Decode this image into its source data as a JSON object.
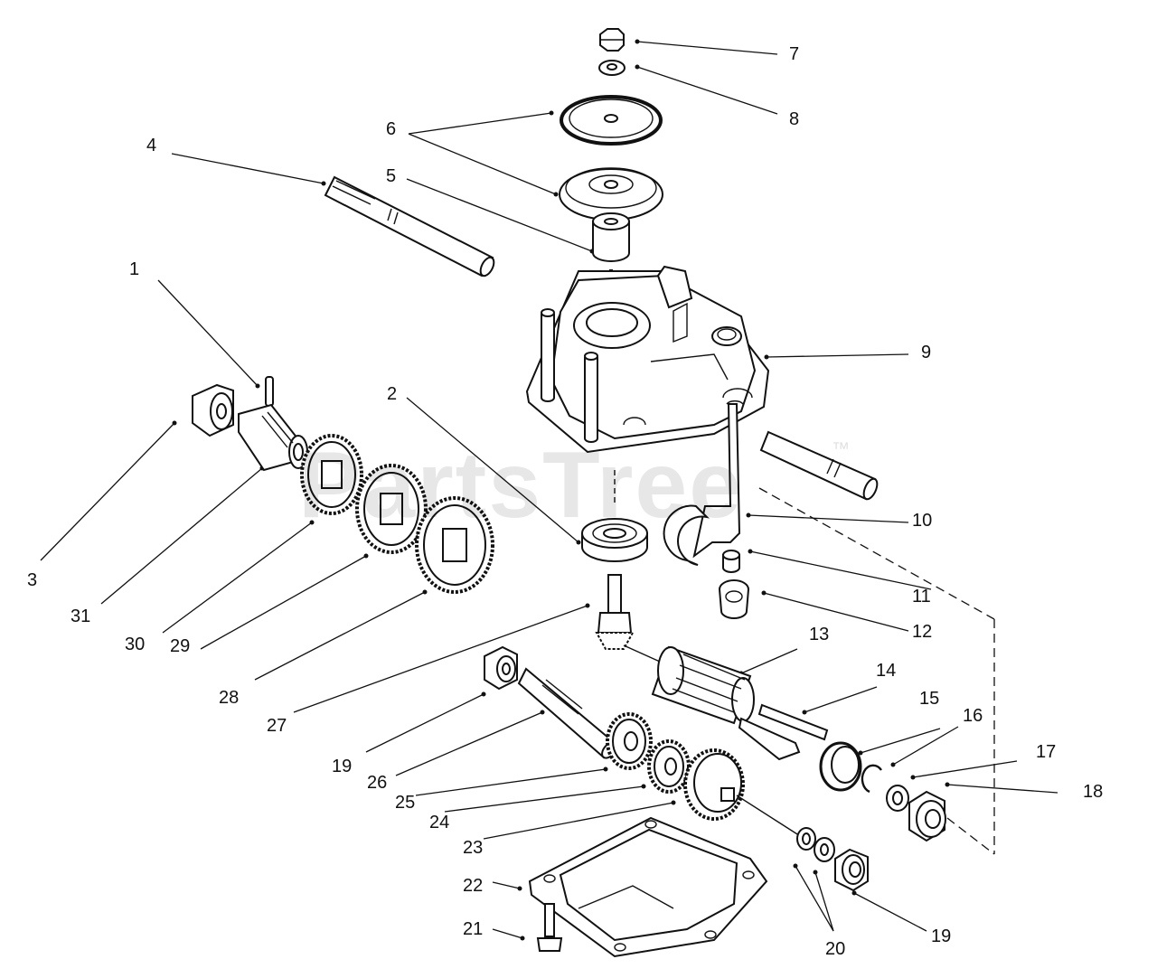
{
  "watermark": {
    "text": "PartsTree",
    "trademark": "™"
  },
  "callouts": [
    {
      "id": "1",
      "label": "1"
    },
    {
      "id": "2",
      "label": "2"
    },
    {
      "id": "3",
      "label": "3"
    },
    {
      "id": "4",
      "label": "4"
    },
    {
      "id": "5",
      "label": "5"
    },
    {
      "id": "6",
      "label": "6"
    },
    {
      "id": "7",
      "label": "7"
    },
    {
      "id": "8",
      "label": "8"
    },
    {
      "id": "9",
      "label": "9"
    },
    {
      "id": "10",
      "label": "10"
    },
    {
      "id": "11",
      "label": "11"
    },
    {
      "id": "12",
      "label": "12"
    },
    {
      "id": "13",
      "label": "13"
    },
    {
      "id": "14",
      "label": "14"
    },
    {
      "id": "15",
      "label": "15"
    },
    {
      "id": "16",
      "label": "16"
    },
    {
      "id": "17",
      "label": "17"
    },
    {
      "id": "18",
      "label": "18"
    },
    {
      "id": "19a",
      "label": "19"
    },
    {
      "id": "19b",
      "label": "19"
    },
    {
      "id": "20",
      "label": "20"
    },
    {
      "id": "21",
      "label": "21"
    },
    {
      "id": "22",
      "label": "22"
    },
    {
      "id": "23",
      "label": "23"
    },
    {
      "id": "24",
      "label": "24"
    },
    {
      "id": "25",
      "label": "25"
    },
    {
      "id": "26",
      "label": "26"
    },
    {
      "id": "27",
      "label": "27"
    },
    {
      "id": "28",
      "label": "28"
    },
    {
      "id": "29",
      "label": "29"
    },
    {
      "id": "30",
      "label": "30"
    },
    {
      "id": "31",
      "label": "31"
    }
  ]
}
